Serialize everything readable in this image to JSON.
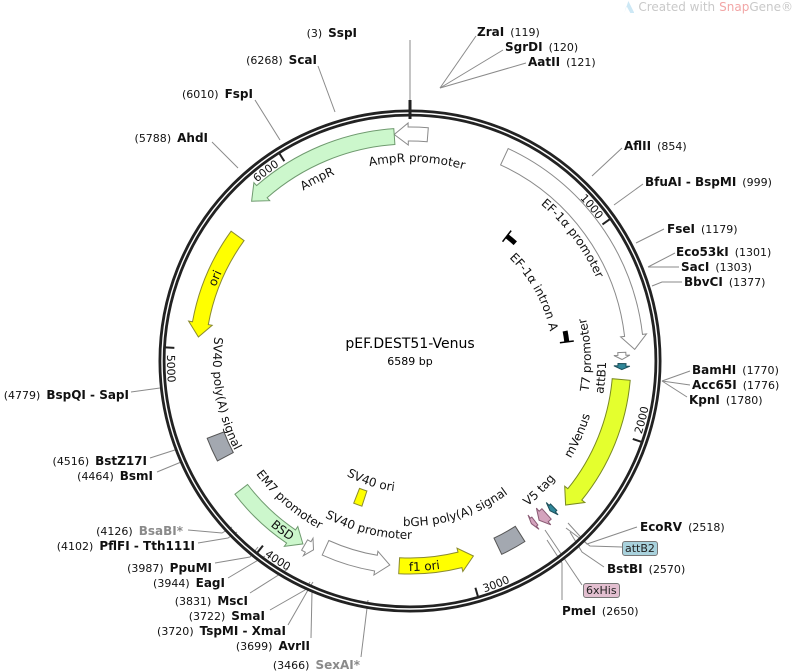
{
  "watermark": {
    "prefix": "Created with",
    "brand_snap": "Snap",
    "brand_gene": "Gene",
    "reg": "®"
  },
  "plasmid": {
    "name": "pEF.DEST51-Venus",
    "length_label": "6589 bp",
    "length": 6589
  },
  "ticks": [
    {
      "bp": 1000,
      "label": "1000"
    },
    {
      "bp": 2000,
      "label": "2000"
    },
    {
      "bp": 3000,
      "label": "3000"
    },
    {
      "bp": 4000,
      "label": "4000"
    },
    {
      "bp": 5000,
      "label": "5000"
    },
    {
      "bp": 6000,
      "label": "6000"
    }
  ],
  "features": [
    {
      "name": "AmpR promoter",
      "start": 6516,
      "end": 82,
      "direction": "reverse",
      "type": "arrow",
      "color": "#ffffff"
    },
    {
      "name": "AmpR",
      "start": 5770,
      "end": 6516,
      "direction": "reverse",
      "type": "arrow",
      "color": "#ccf7cc"
    },
    {
      "name": "ori",
      "start": 5060,
      "end": 5600,
      "direction": "reverse",
      "type": "arrow",
      "color": "#ffff00"
    },
    {
      "name": "SV40 poly(A) signal",
      "start": 4440,
      "end": 4560,
      "direction": "none",
      "type": "box",
      "color": "#a3a8b0"
    },
    {
      "name": "BSD",
      "start": 3850,
      "end": 4260,
      "direction": "reverse",
      "type": "arrow",
      "color": "#ccf7cc"
    },
    {
      "name": "EM7 promoter",
      "start": 3790,
      "end": 3840,
      "direction": "reverse",
      "type": "arrow",
      "color": "#ffffff"
    },
    {
      "name": "SV40 promoter",
      "start": 3398,
      "end": 3740,
      "direction": "reverse",
      "type": "arrow",
      "color": "#ffffff"
    },
    {
      "name": "SV40 ori",
      "start": 3630,
      "end": 3690,
      "direction": "none",
      "type": "box",
      "color": "#ffff00"
    },
    {
      "name": "f1 ori",
      "start": 2965,
      "end": 3350,
      "direction": "reverse",
      "type": "arrow",
      "color": "#ffff00"
    },
    {
      "name": "bGH poly(A) signal",
      "start": 2700,
      "end": 2830,
      "direction": "none",
      "type": "box",
      "color": "#a3a8b0"
    },
    {
      "name": "6xHis",
      "start": 2600,
      "end": 2622,
      "direction": "forward",
      "type": "arrow",
      "color": "#d4a3bd"
    },
    {
      "name": "V5 tag",
      "start": 2530,
      "end": 2580,
      "direction": "forward",
      "type": "arrow",
      "color": "#d4a3bd"
    },
    {
      "name": "attB2",
      "start": 2480,
      "end": 2506,
      "direction": "forward",
      "type": "arrow",
      "color": "#2f8799"
    },
    {
      "name": "mVenus",
      "start": 1739,
      "end": 2430,
      "direction": "forward",
      "type": "arrow",
      "color": "#e4ff2e"
    },
    {
      "name": "attB1",
      "start": 1660,
      "end": 1690,
      "direction": "forward",
      "type": "arrow",
      "color": "#2f8799"
    },
    {
      "name": "T7 promoter",
      "start": 1605,
      "end": 1640,
      "direction": "forward",
      "type": "arrow",
      "color": "#ffffff"
    },
    {
      "name": "EF-1α promoter",
      "start": 454,
      "end": 1593,
      "direction": "forward",
      "type": "arrow",
      "color": "#ffffff"
    },
    {
      "name": "EF-1α intron A",
      "start": 692,
      "end": 1520,
      "direction": "forward",
      "type": "intron",
      "color": "#000000"
    }
  ],
  "enzymes": [
    {
      "name": "SspI",
      "position": 3,
      "dimmed": false
    },
    {
      "name": "ZraI",
      "position": 119,
      "dimmed": false
    },
    {
      "name": "SgrDI",
      "position": 120,
      "dimmed": false
    },
    {
      "name": "AatII",
      "position": 121,
      "dimmed": false
    },
    {
      "name": "AflII",
      "position": 854,
      "dimmed": false
    },
    {
      "name": "BfuAI - BspMI",
      "position": 999,
      "dimmed": false
    },
    {
      "name": "FseI",
      "position": 1179,
      "dimmed": false
    },
    {
      "name": "Eco53kI",
      "position": 1301,
      "dimmed": false
    },
    {
      "name": "SacI",
      "position": 1303,
      "dimmed": false
    },
    {
      "name": "BbvCI",
      "position": 1377,
      "dimmed": false
    },
    {
      "name": "BamHI",
      "position": 1770,
      "dimmed": false
    },
    {
      "name": "Acc65I",
      "position": 1776,
      "dimmed": false
    },
    {
      "name": "KpnI",
      "position": 1780,
      "dimmed": false
    },
    {
      "name": "EcoRV",
      "position": 2518,
      "dimmed": false
    },
    {
      "name": "BstBI",
      "position": 2570,
      "dimmed": false
    },
    {
      "name": "PmeI",
      "position": 2650,
      "dimmed": false
    },
    {
      "name": "SexAI*",
      "position": 3466,
      "dimmed": true
    },
    {
      "name": "AvrII",
      "position": 3699,
      "dimmed": false
    },
    {
      "name": "TspMI - XmaI",
      "position": 3720,
      "dimmed": false
    },
    {
      "name": "SmaI",
      "position": 3722,
      "dimmed": false
    },
    {
      "name": "MscI",
      "position": 3831,
      "dimmed": false
    },
    {
      "name": "EagI",
      "position": 3944,
      "dimmed": false
    },
    {
      "name": "PpuMI",
      "position": 3987,
      "dimmed": false
    },
    {
      "name": "PflFI - Tth111I",
      "position": 4102,
      "dimmed": false
    },
    {
      "name": "BsaBI*",
      "position": 4126,
      "dimmed": true
    },
    {
      "name": "BsmI",
      "position": 4464,
      "dimmed": false
    },
    {
      "name": "BstZ17I",
      "position": 4516,
      "dimmed": false
    },
    {
      "name": "BspQI - SapI",
      "position": 4779,
      "dimmed": false
    },
    {
      "name": "AhdI",
      "position": 5788,
      "dimmed": false
    },
    {
      "name": "FspI",
      "position": 6010,
      "dimmed": false
    },
    {
      "name": "ScaI",
      "position": 6268,
      "dimmed": false
    }
  ],
  "callouts": [
    {
      "feature": "attB2",
      "label": "attB2",
      "color": "#a9d2dd"
    },
    {
      "feature": "6xHis",
      "label": "6xHis",
      "color": "#e3bfd0"
    }
  ]
}
